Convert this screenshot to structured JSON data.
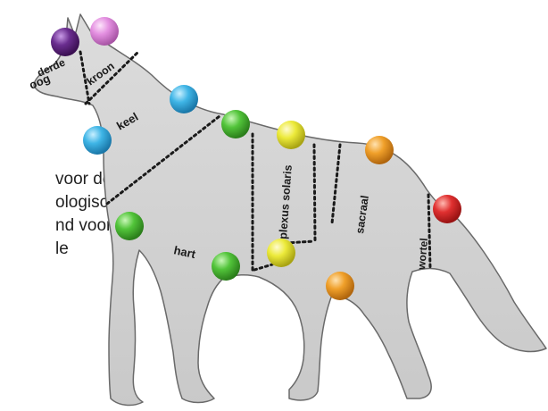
{
  "side_text": {
    "lines": [
      "voor de",
      "ologisch",
      "nd voor een",
      "le"
    ]
  },
  "regions": {
    "derde": "derde",
    "oog": "oog",
    "kroon": "kroon",
    "keel": "keel",
    "hart": "hart",
    "plexus_solaris": "plexus solaris",
    "sacraal": "sacraal",
    "wortel": "wortel"
  },
  "colors": {
    "body": "#d4d4d4",
    "outline": "#6a6a6a",
    "violet": "#6a2d8f",
    "pink": "#e38fe0",
    "blue": "#3fb5e6",
    "green": "#52c43a",
    "yellow": "#ecea3a",
    "orange": "#f0a02a",
    "red": "#e03030"
  }
}
